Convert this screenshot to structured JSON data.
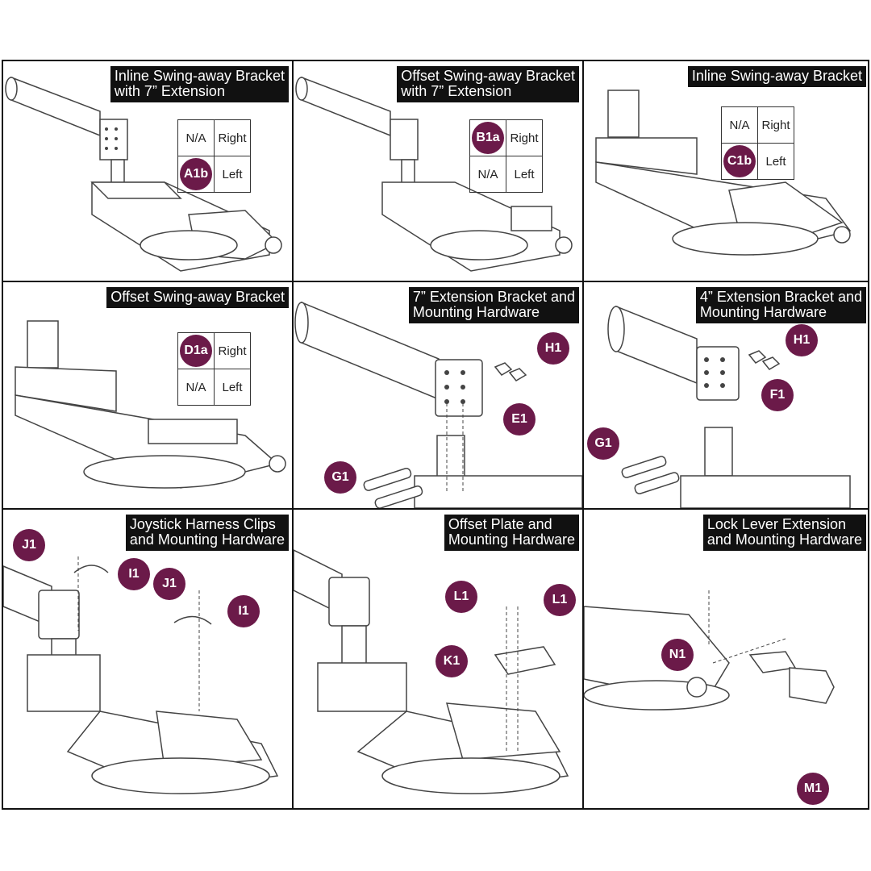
{
  "colors": {
    "callout": "#6b1a49",
    "line": "#111111",
    "part_fill": "#ffffff",
    "part_stroke": "#444444"
  },
  "panels": [
    {
      "title": "Inline Swing-away Bracket\nwith 7” Extension",
      "table": {
        "r1c1": "N/A",
        "r1c2": "Right",
        "r2c1": "A1b",
        "r2c2": "Left"
      }
    },
    {
      "title": "Offset Swing-away Bracket\nwith 7” Extension",
      "table": {
        "r1c1": "B1a",
        "r1c2": "Right",
        "r2c1": "N/A",
        "r2c2": "Left"
      }
    },
    {
      "title": "Inline Swing-away Bracket",
      "table": {
        "r1c1": "N/A",
        "r1c2": "Right",
        "r2c1": "C1b",
        "r2c2": "Left"
      }
    },
    {
      "title": "Offset Swing-away Bracket",
      "table": {
        "r1c1": "D1a",
        "r1c2": "Right",
        "r2c1": "N/A",
        "r2c2": "Left"
      }
    },
    {
      "title": "7” Extension Bracket and\nMounting Hardware",
      "callouts": [
        "H1",
        "E1",
        "G1"
      ]
    },
    {
      "title": "4” Extension Bracket and\nMounting Hardware",
      "callouts": [
        "H1",
        "F1",
        "G1"
      ]
    },
    {
      "title": "Joystick Harness Clips\nand Mounting Hardware",
      "callouts": [
        "J1",
        "I1",
        "J1",
        "I1"
      ]
    },
    {
      "title": "Offset Plate and\nMounting Hardware",
      "callouts": [
        "L1",
        "L1",
        "K1"
      ]
    },
    {
      "title": "Lock Lever Extension\nand Mounting Hardware",
      "callouts": [
        "N1",
        "M1"
      ]
    }
  ]
}
